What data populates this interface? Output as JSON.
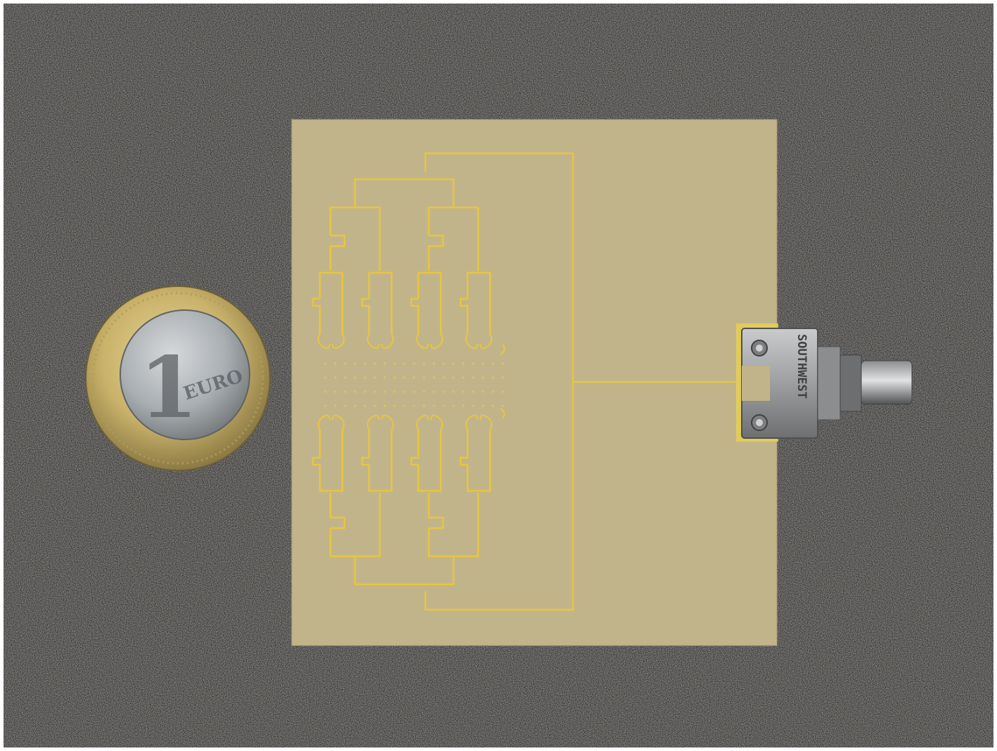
{
  "scene": {
    "coin": {
      "denomination": "1",
      "currency": "EURO",
      "colors": {
        "ring": "#c9b26a",
        "center": "#a9aeb2"
      }
    },
    "board": {
      "substrate_color": "#c2b48a",
      "trace_color": "#e6c640"
    },
    "connector": {
      "marking": "SOUTHWEST",
      "body_color": "#a7a9ab"
    },
    "background_color": "#3a3836"
  }
}
